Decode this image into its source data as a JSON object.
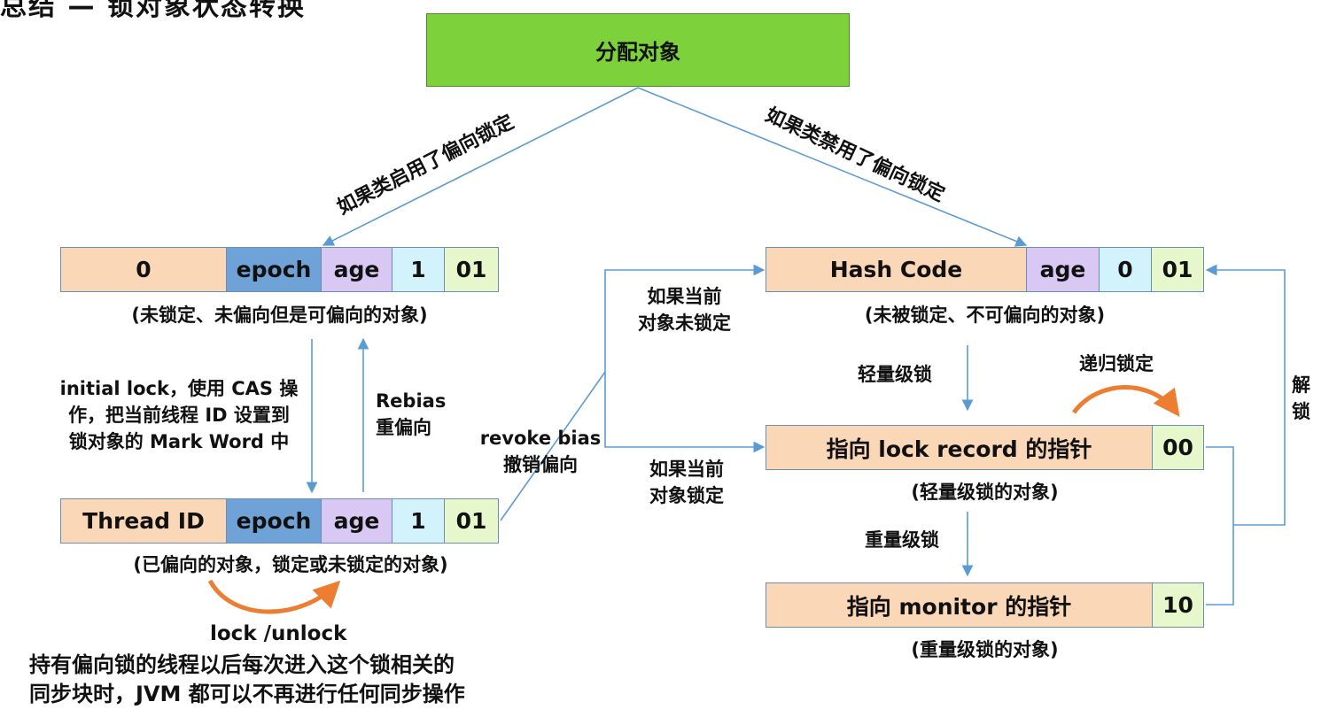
{
  "title_fragment": "总结 — 锁对象状态转换",
  "top": {
    "label": "分配对象"
  },
  "branch_enabled": "如果类启用了偏向锁定",
  "branch_disabled": "如果类禁用了偏向锁定",
  "row1": {
    "cells": [
      "0",
      "epoch",
      "age",
      "1",
      "01"
    ],
    "caption": "(未锁定、未偏向但是可偏向的对象)"
  },
  "row2": {
    "cells": [
      "Thread ID",
      "epoch",
      "age",
      "1",
      "01"
    ],
    "caption": "(已偏向的对象，锁定或未锁定的对象)"
  },
  "row3": {
    "cells": [
      "Hash Code",
      "age",
      "0",
      "01"
    ],
    "caption": "(未被锁定、不可偏向的对象)"
  },
  "row4": {
    "cells": [
      "指向 lock record 的指针",
      "00"
    ],
    "caption": "(轻量级锁的对象)"
  },
  "row5": {
    "cells": [
      "指向 monitor 的指针",
      "10"
    ],
    "caption": "(重量级锁的对象)"
  },
  "labels": {
    "initial_lock": [
      "initial lock，使用 CAS 操",
      "作，把当前线程 ID 设置到",
      "锁对象的 Mark Word 中"
    ],
    "rebias": [
      "Rebias",
      "重偏向"
    ],
    "revoke": [
      "revoke bias",
      "撤销偏向"
    ],
    "cur_unlocked": [
      "如果当前",
      "对象未锁定"
    ],
    "cur_locked": [
      "如果当前",
      "对象锁定"
    ],
    "lightweight": "轻量级锁",
    "heavyweight": "重量级锁",
    "recursive": "递归锁定",
    "unlock": [
      "解",
      "锁"
    ],
    "lock_unlock": "lock /unlock",
    "note": [
      "持有偏向锁的线程以后每次进入这个锁相关的",
      "同步块时，JVM 都可以不再进行任何同步操作"
    ]
  },
  "colors": {
    "line": "#5b9bd5",
    "curve": "#ed7d31",
    "green": "#7dd13b"
  }
}
